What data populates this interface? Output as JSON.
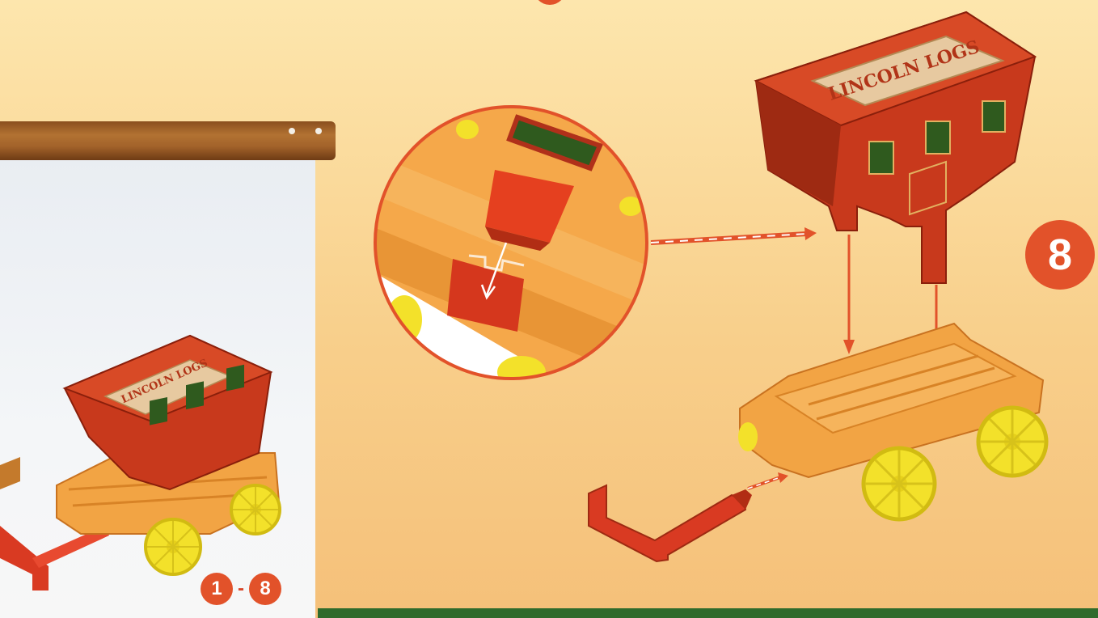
{
  "logo": {
    "brand": "LINCOLN LOGS"
  },
  "step": {
    "number": "8"
  },
  "range": {
    "start": "1",
    "separator": "-",
    "end": "8"
  },
  "colors": {
    "accent": "#e2522a",
    "background": "#f8cf8b",
    "wood": "#f09a3a",
    "wheel": "#f3e12a",
    "carriage": "#c8391c"
  }
}
